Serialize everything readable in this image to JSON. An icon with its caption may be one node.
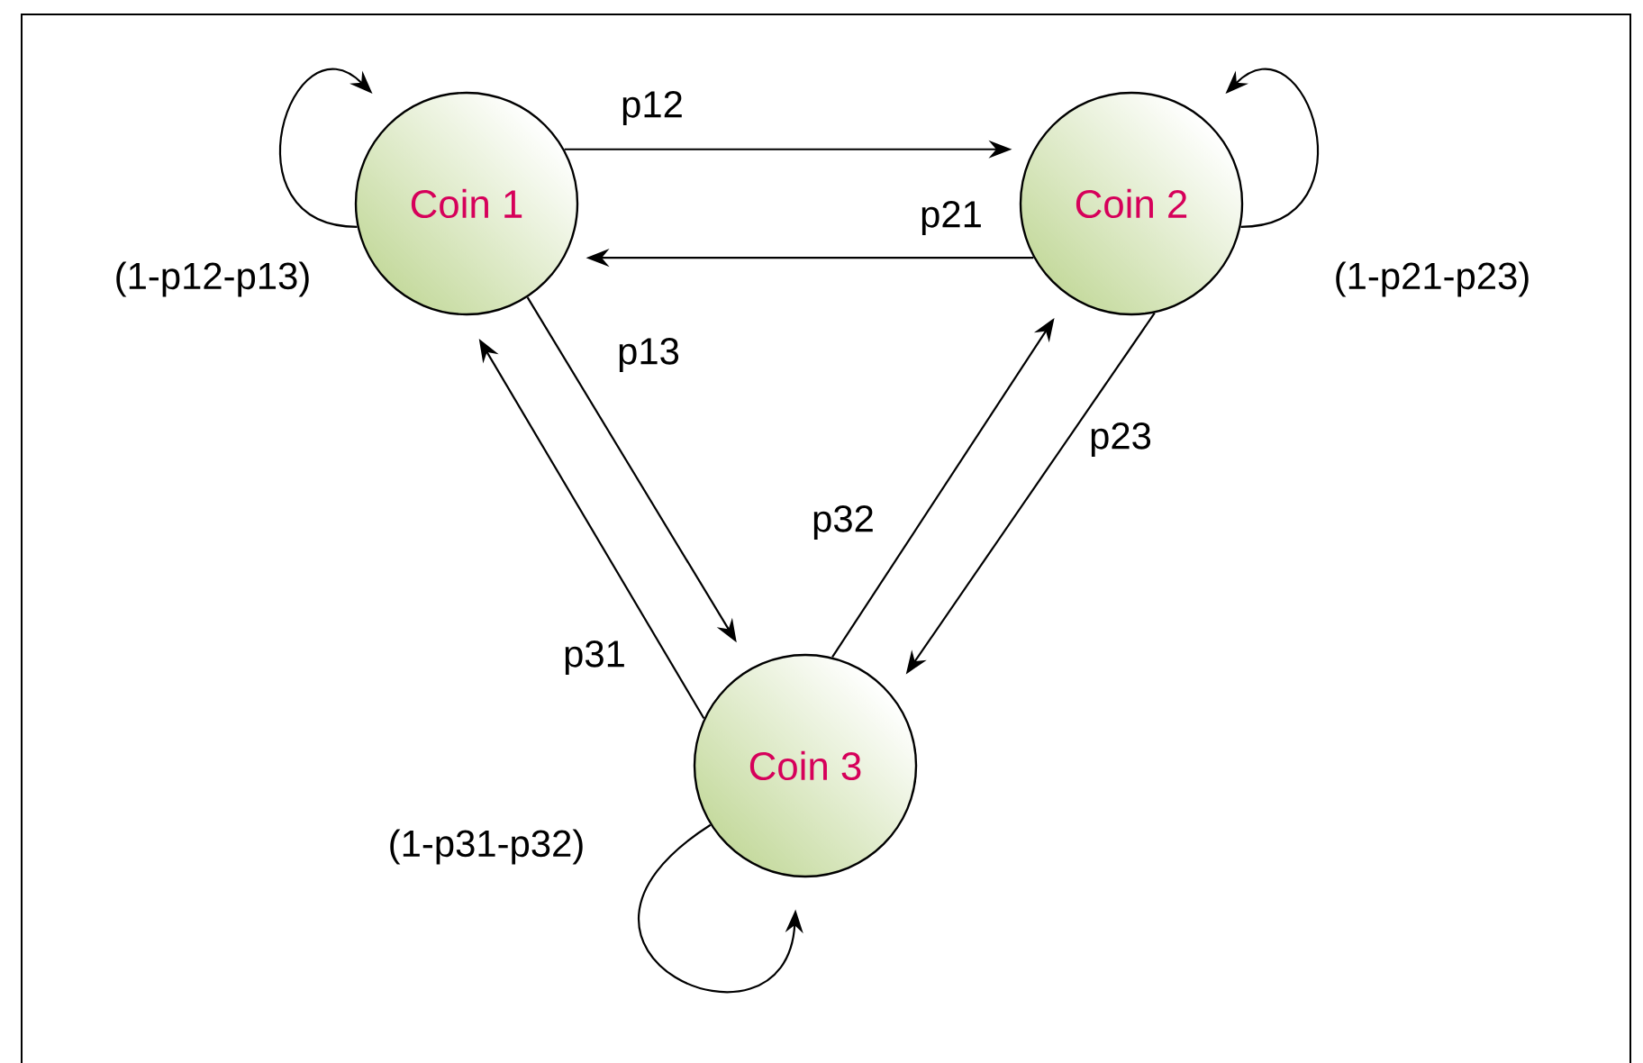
{
  "diagram": {
    "nodes": [
      {
        "text": [
          "Coin 1"
        ]
      },
      {
        "text": [
          "Coin 2"
        ]
      },
      {
        "text": [
          "Coin 3"
        ]
      }
    ],
    "edges": [
      {
        "from": 0,
        "to": 1,
        "arrow": "to",
        "label": "p12"
      },
      {
        "from": 1,
        "to": 0,
        "arrow": "to",
        "label": "p21"
      },
      {
        "from": 0,
        "to": 2,
        "arrow": "to",
        "label": "p13"
      },
      {
        "from": 2,
        "to": 0,
        "arrow": "to",
        "label": "p31"
      },
      {
        "from": 2,
        "to": 1,
        "arrow": "to",
        "label": "p32"
      },
      {
        "from": 1,
        "to": 2,
        "arrow": "to",
        "label": "p23"
      },
      {
        "from": 0,
        "to": 0,
        "arrow": "to",
        "label": "(1-p12-p13)"
      },
      {
        "from": 1,
        "to": 1,
        "arrow": "to",
        "label": "(1-p21-p23)"
      },
      {
        "from": 2,
        "to": 2,
        "arrow": "to",
        "label": "(1-p31-p32)"
      }
    ]
  }
}
